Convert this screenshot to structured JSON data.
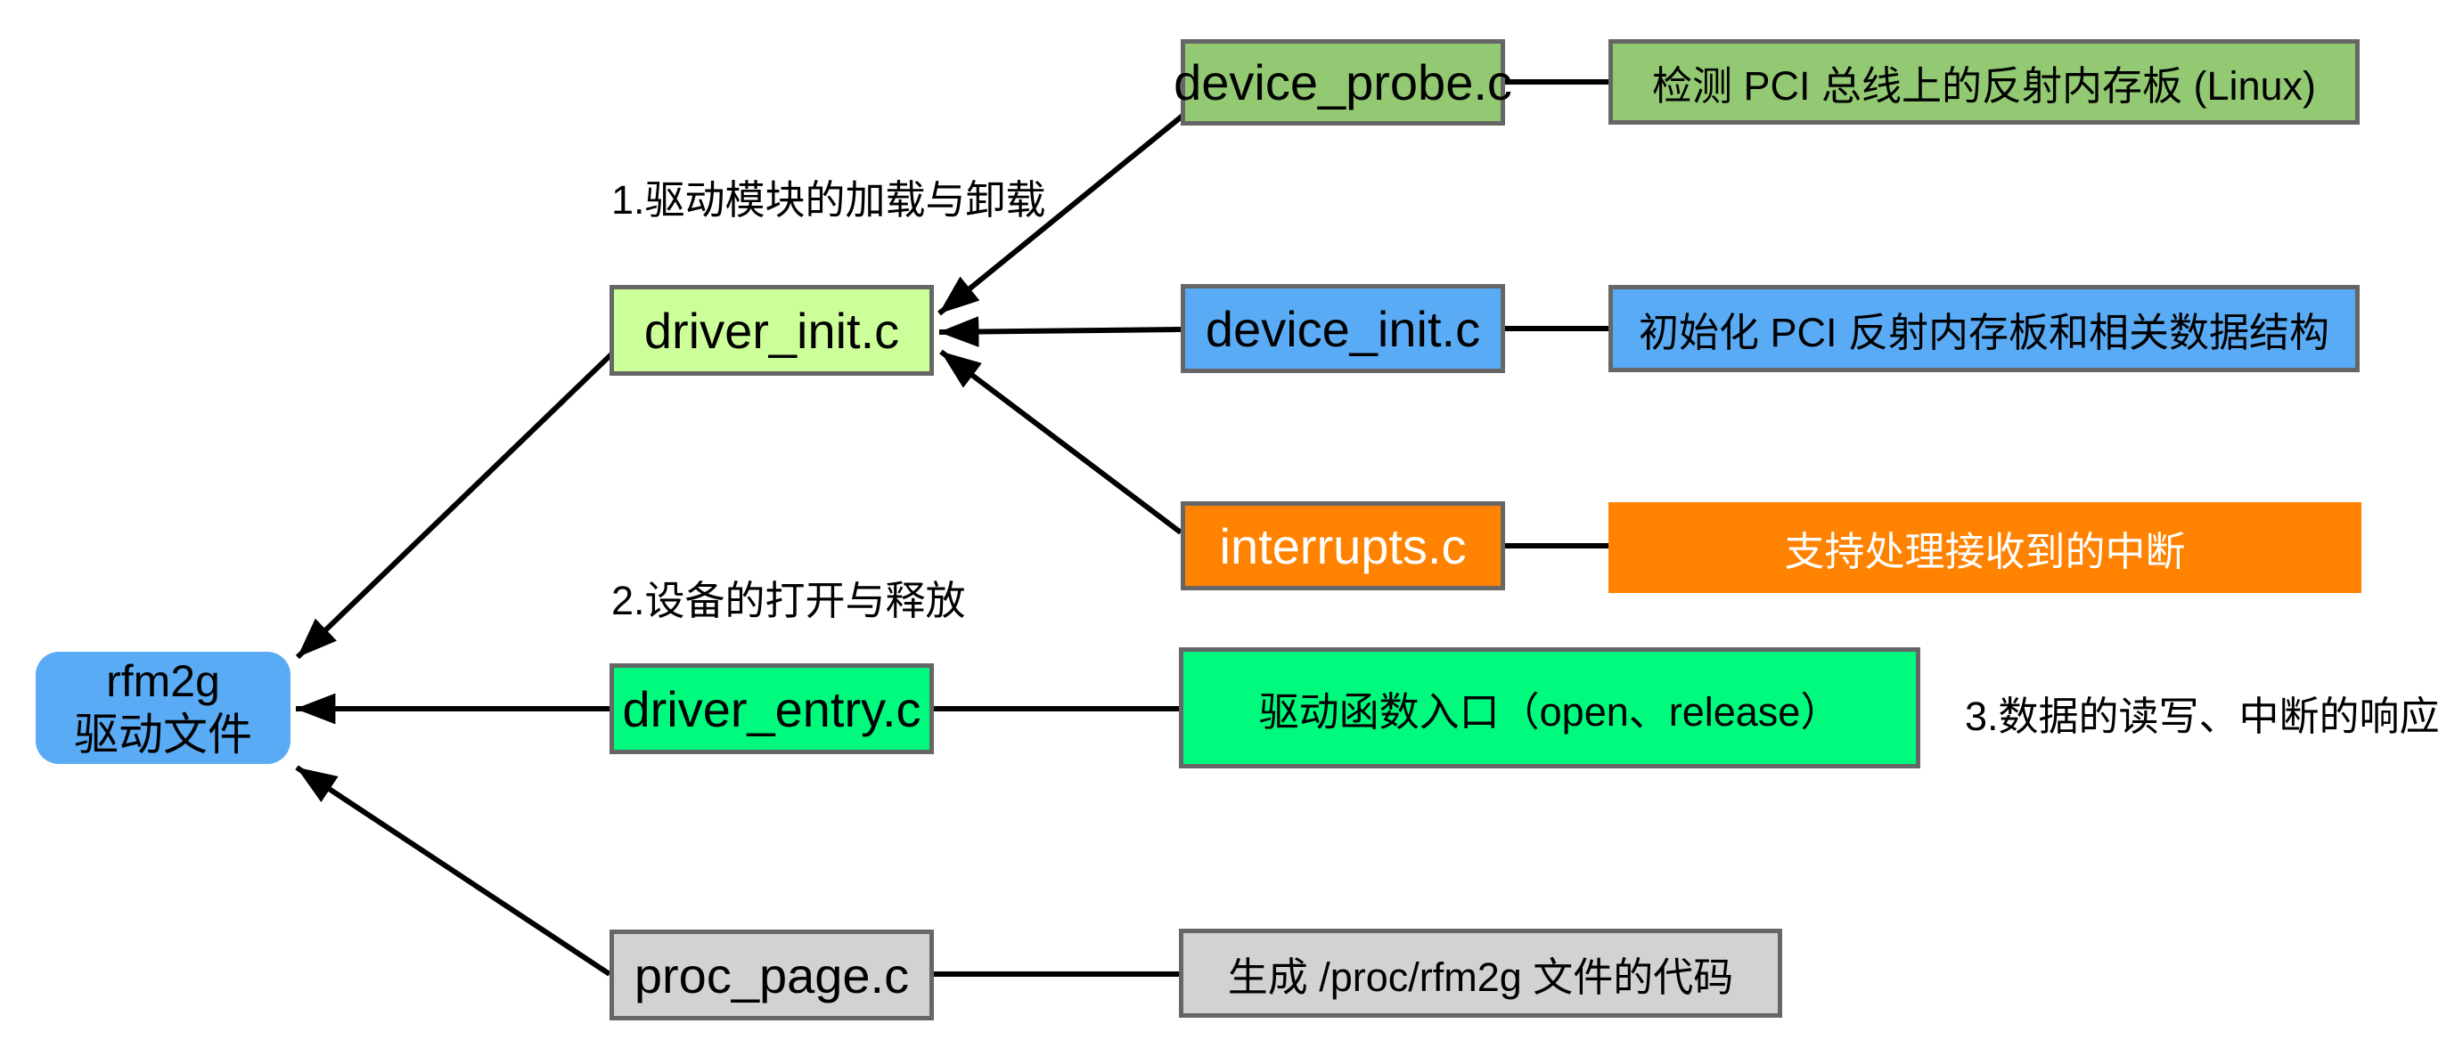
{
  "diagram_title": "rfm2g driver files structure",
  "colors": {
    "root_blue": "#5AABF5",
    "light_green": "#CCFF99",
    "mid_green": "#92C972",
    "bright_green": "#00FA7D",
    "orange": "#FF8200",
    "light_gray": "#D2D2D2",
    "border_gray": "#666666",
    "line_black": "#000000"
  },
  "nodes": {
    "root_line1": "rfm2g",
    "root_line2": "驱动文件",
    "driver_init": "driver_init.c",
    "driver_entry": "driver_entry.c",
    "proc_page": "proc_page.c",
    "device_probe": "device_probe.c",
    "device_init": "device_init.c",
    "interrupts": "interrupts.c",
    "desc_device_probe": "检测 PCI 总线上的反射内存板 (Linux)",
    "desc_device_init": "初始化 PCI 反射内存板和相关数据结构",
    "desc_interrupts": "支持处理接收到的中断",
    "desc_driver_entry": "驱动函数入口（open、release）",
    "desc_proc_page": "生成 /proc/rfm2g 文件的代码"
  },
  "notes": {
    "note1": "1.驱动模块的加载与卸载",
    "note2": "2.设备的打开与释放",
    "note3": "3.数据的读写、中断的响应"
  }
}
